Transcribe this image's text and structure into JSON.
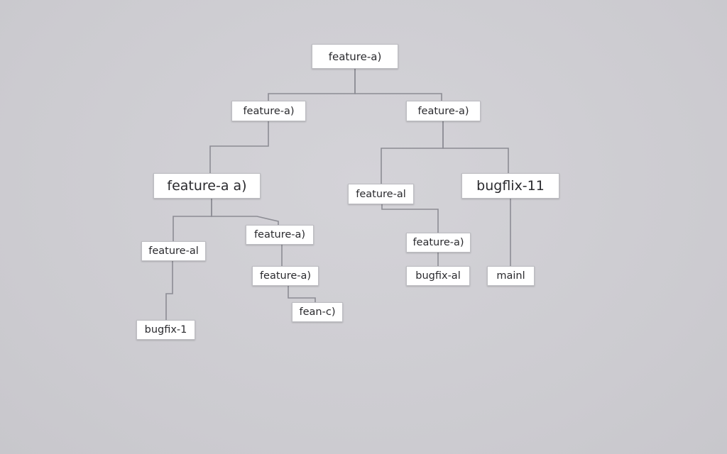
{
  "diagram": {
    "nodes": [
      {
        "id": "n0",
        "label": "feature-a)"
      },
      {
        "id": "n1",
        "label": "feature-a)"
      },
      {
        "id": "n2",
        "label": "feature-a)"
      },
      {
        "id": "n3",
        "label": "feature-a a)"
      },
      {
        "id": "n4",
        "label": "feature-al"
      },
      {
        "id": "n5",
        "label": "bugflix-11"
      },
      {
        "id": "n6",
        "label": "feature-al"
      },
      {
        "id": "n7",
        "label": "feature-a)"
      },
      {
        "id": "n8",
        "label": "feature-a)"
      },
      {
        "id": "n9",
        "label": "feature-a)"
      },
      {
        "id": "n10",
        "label": "bugfix-al"
      },
      {
        "id": "n11",
        "label": "mainl"
      },
      {
        "id": "n12",
        "label": "fean-c)"
      },
      {
        "id": "n13",
        "label": "bugfix-1"
      }
    ],
    "edges": [
      {
        "from": "n0",
        "to": "n1"
      },
      {
        "from": "n0",
        "to": "n2"
      },
      {
        "from": "n1",
        "to": "n3"
      },
      {
        "from": "n2",
        "to": "n4"
      },
      {
        "from": "n2",
        "to": "n5"
      },
      {
        "from": "n3",
        "to": "n6"
      },
      {
        "from": "n3",
        "to": "n7"
      },
      {
        "from": "n7",
        "to": "n8"
      },
      {
        "from": "n8",
        "to": "n12"
      },
      {
        "from": "n6",
        "to": "n13"
      },
      {
        "from": "n4",
        "to": "n9"
      },
      {
        "from": "n9",
        "to": "n10"
      },
      {
        "from": "n5",
        "to": "n11"
      }
    ]
  }
}
